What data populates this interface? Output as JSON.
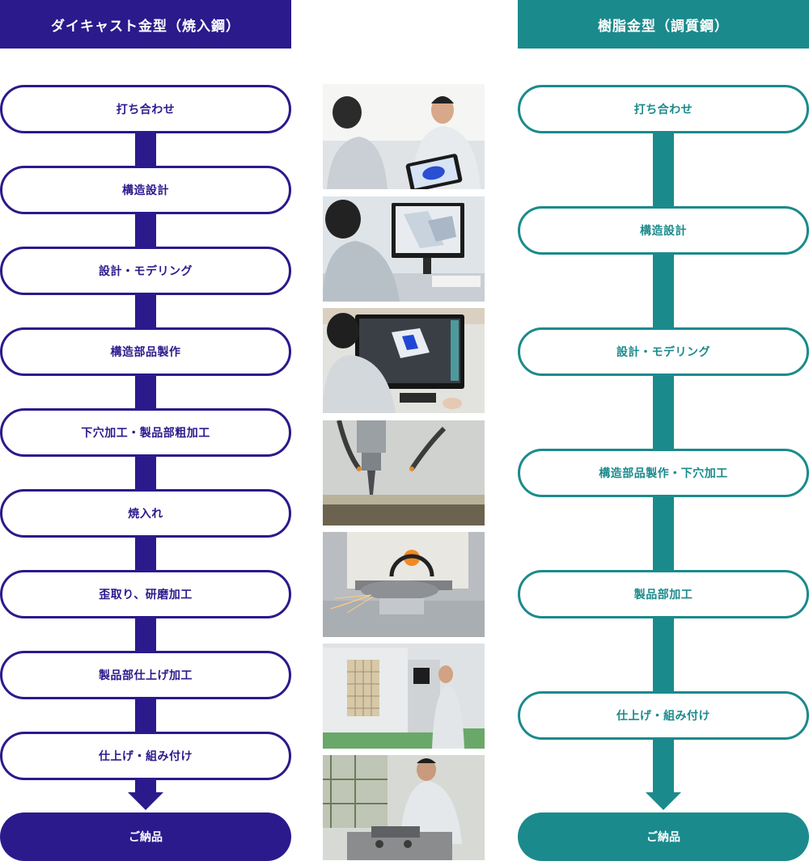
{
  "left": {
    "title": "ダイキャスト金型（焼入鋼）",
    "steps": [
      "打ち合わせ",
      "構造設計",
      "設計・モデリング",
      "構造部品製作",
      "下穴加工・製品部粗加工",
      "焼入れ",
      "歪取り、研磨加工",
      "製品部仕上げ加工",
      "仕上げ・組み付け"
    ],
    "final": "ご納品"
  },
  "right": {
    "title": "樹脂金型（調質鋼）",
    "steps": [
      "打ち合わせ",
      "構造設計",
      "設計・モデリング",
      "構造部品製作・下穴加工",
      "製品部加工",
      "仕上げ・組み付け"
    ],
    "final": "ご納品"
  },
  "photos": [
    "meeting-photo",
    "cad-design-photo",
    "3d-modeling-photo",
    "drilling-photo",
    "grinding-photo",
    "machining-center-photo",
    "assembly-photo"
  ],
  "colors": {
    "left": "#2a1a8c",
    "right": "#1b8a8c"
  }
}
